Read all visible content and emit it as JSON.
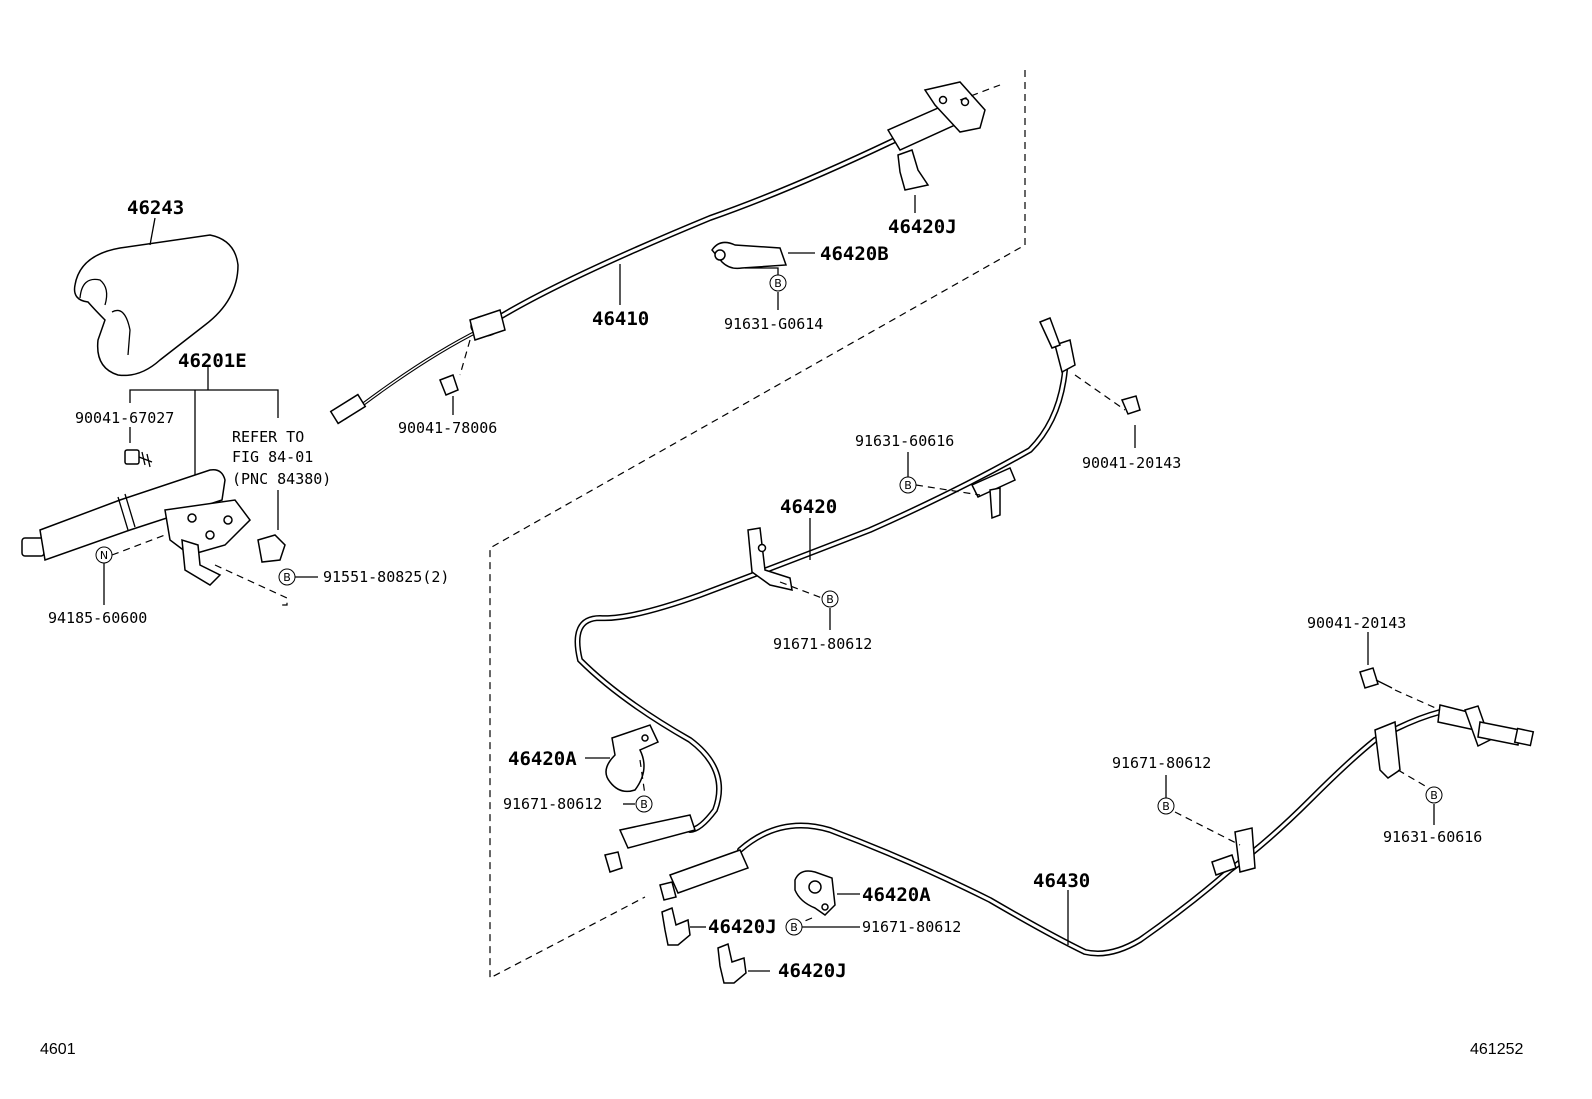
{
  "labels": {
    "p46243": "46243",
    "p46201E": "46201E",
    "p46410": "46410",
    "p46420J_top": "46420J",
    "p46420B": "46420B",
    "p46420": "46420",
    "p46420A_left": "46420A",
    "p46420A_mid": "46420A",
    "p46420J_mid": "46420J",
    "p46420J_low": "46420J",
    "p46430": "46430",
    "b90041_67027": "90041-67027",
    "b90041_78006": "90041-78006",
    "b91631_G0614": "91631-G0614",
    "b91631_60616_mid": "91631-60616",
    "b90041_20143_top": "90041-20143",
    "b91551_80825": "91551-80825(2)",
    "b94185_60600": "94185-60600",
    "b91671_80612_center": "91671-80612",
    "b91671_80612_left": "91671-80612",
    "b91671_80612_low": "91671-80612",
    "b91671_80612_right": "91671-80612",
    "b90041_20143_right": "90041-20143",
    "b91631_60616_right": "91631-60616",
    "refer_line1": "REFER TO",
    "refer_line2": "FIG 84-01",
    "refer_line3": "(PNC 84380)"
  },
  "symbols": {
    "bolt_marker": "B",
    "nut_marker": "N"
  },
  "corners": {
    "left": "4601",
    "right": "461252"
  }
}
